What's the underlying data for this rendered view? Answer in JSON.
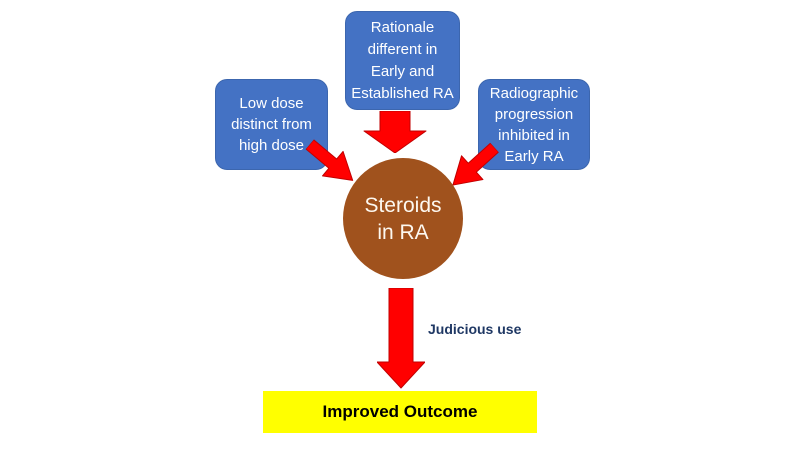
{
  "diagram": {
    "boxes": [
      {
        "id": "rationale",
        "label": "Rationale different in Early and Established RA"
      },
      {
        "id": "low-dose",
        "label": "Low dose distinct  from high dose"
      },
      {
        "id": "radiographic",
        "label": "Radiographic progression inhibited in Early RA"
      }
    ],
    "hub_label": "Steroids in RA",
    "caption": "Judicious use",
    "outcome_label": "Improved Outcome",
    "colors": {
      "box_fill": "#4472C4",
      "box_border": "#3C66AE",
      "box_text": "#FFFFFF",
      "hub_fill": "#A0521D",
      "hub_text": "#FDF8F0",
      "arrow_fill": "#FF0000",
      "arrow_border": "#C00000",
      "caption_text": "#1F3864",
      "outcome_fill": "#FFFF00",
      "outcome_text": "#000000",
      "background": "#FFFFFF"
    }
  }
}
